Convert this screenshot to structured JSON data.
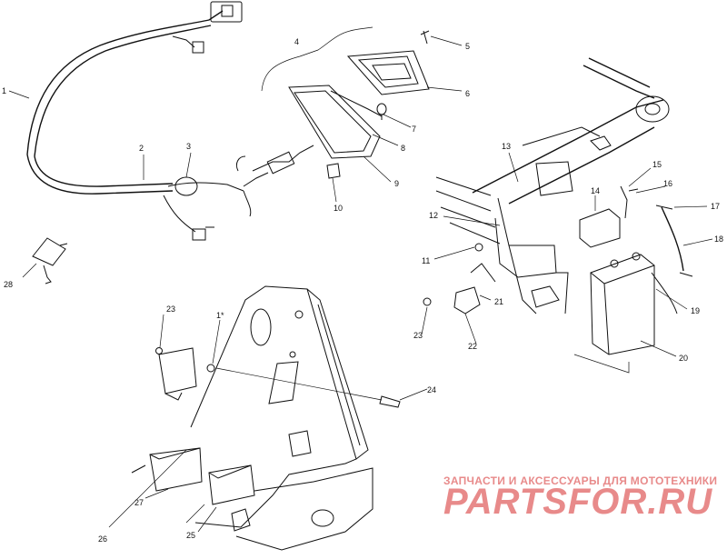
{
  "diagram": {
    "callouts": [
      "1",
      "2",
      "3",
      "4",
      "5",
      "6",
      "7",
      "8",
      "9",
      "10",
      "11",
      "12",
      "13",
      "14",
      "15",
      "16",
      "17",
      "18",
      "19",
      "20",
      "21",
      "22",
      "23",
      "24",
      "25",
      "26",
      "27",
      "28",
      "23",
      "1*"
    ]
  },
  "watermark": {
    "caption": "ЗАПЧАСТИ И АКСЕССУАРЫ ДЛЯ МОТОТЕХНИКИ",
    "logo": "PARTSFOR.RU",
    "color": "#e88a8a"
  }
}
